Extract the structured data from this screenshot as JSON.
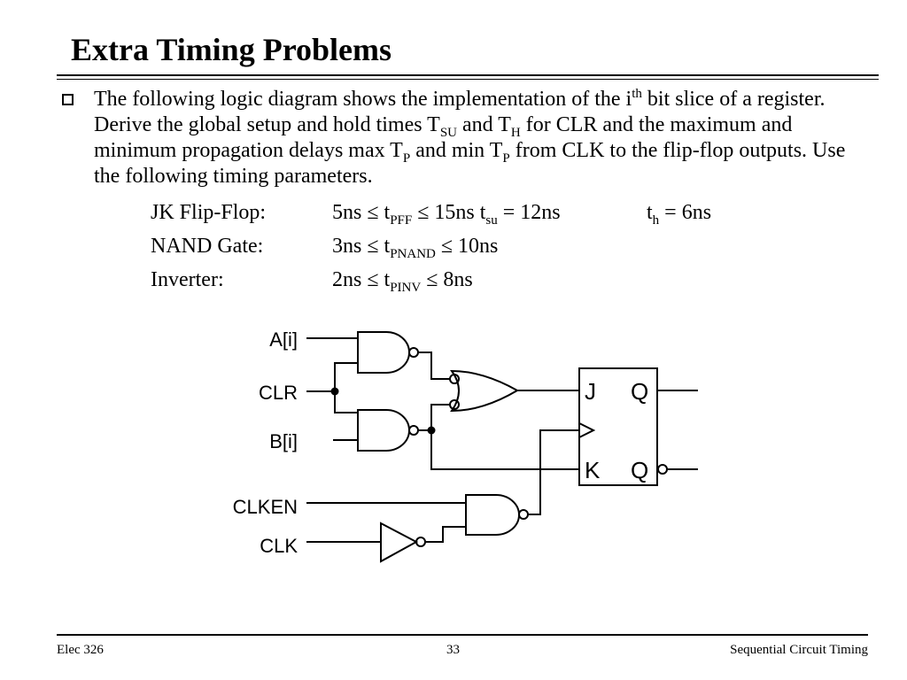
{
  "slide": {
    "title": "Extra Timing Problems",
    "paragraph": {
      "p1": "The following logic diagram shows the implementation of the i",
      "p1_sup": "th",
      "p2": " bit slice of a register.  Derive the global setup and hold times T",
      "p2_sub": "SU",
      "p3": " and T",
      "p3_sub": "H",
      "p4": " for CLR and the maximum and minimum propagation delays max T",
      "p4_sub": "P",
      "p5": " and min T",
      "p5_sub": "P",
      "p6": " from CLK to the flip-flop outputs. Use the following timing parameters."
    },
    "params": {
      "jk_label": "JK Flip-Flop:",
      "jk_val1": "5ns ≤ t",
      "jk_val1_sub": "PFF",
      "jk_val2": " ≤ 15ns  t",
      "jk_val2_sub": "su",
      "jk_val3": " = 12ns",
      "jk_th": "t",
      "jk_th_sub": "h",
      "jk_th_val": " = 6ns",
      "nand_label": "NAND Gate:",
      "nand_val1": "3ns ≤ t",
      "nand_sub": "PNAND",
      "nand_val2": " ≤ 10ns",
      "inv_label": "Inverter:",
      "inv_val1": "2ns ≤ t",
      "inv_sub": "PINV",
      "inv_val2": " ≤ 8ns"
    }
  },
  "diagram": {
    "inputs": {
      "a": "A[i]",
      "clr": "CLR",
      "b": "B[i]",
      "clken": "CLKEN",
      "clk": "CLK"
    },
    "flipflop": {
      "j": "J",
      "k": "K",
      "q": "Q",
      "qbar": "Q"
    }
  },
  "footer": {
    "left": "Elec 326",
    "center": "33",
    "right": "Sequential Circuit Timing"
  }
}
